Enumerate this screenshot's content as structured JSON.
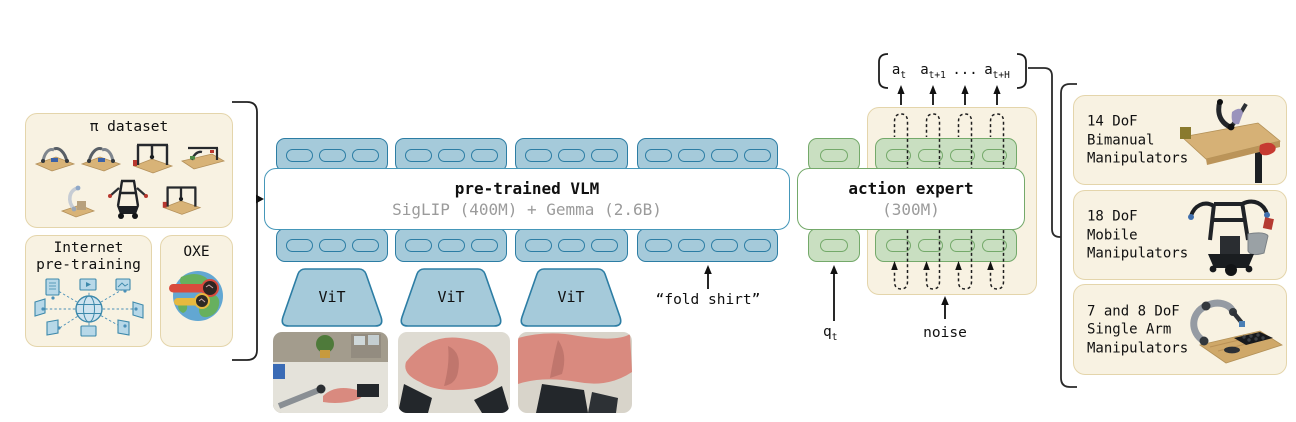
{
  "figure": {
    "description": "pi0 model architecture diagram",
    "colors": {
      "background": "#ffffff",
      "cream_fill": "#f8f2e2",
      "cream_border": "#e4d5ab",
      "blue_fill": "#a5cada",
      "blue_border": "#2c7da4",
      "green_fill": "#c9dfc1",
      "green_border": "#74a96a",
      "gray_text": "#9b9b9b",
      "ink": "#161616"
    }
  },
  "pretraining": {
    "pi_dataset_title": "π dataset",
    "internet_title_line1": "Internet",
    "internet_title_line2": "pre-training",
    "oxe_title": "OXE"
  },
  "vlm": {
    "title": "pre-trained VLM",
    "subtitle": "SigLIP (400M) + Gemma (2.6B)",
    "vit_labels": [
      "ViT",
      "ViT",
      "ViT"
    ],
    "language_prompt": "“fold shirt”"
  },
  "action_expert": {
    "title": "action expert",
    "subtitle": "(300M)",
    "state_label_base": "q",
    "state_label_sub": "t",
    "noise_label": "noise",
    "outputs": [
      {
        "base": "a",
        "sub": "t"
      },
      {
        "base": "a",
        "sub": "t+1"
      },
      {
        "base": "...",
        "sub": ""
      },
      {
        "base": "a",
        "sub": "t+H"
      }
    ]
  },
  "robots": [
    {
      "line1": "14 DoF",
      "line2": "Bimanual",
      "line3": "Manipulators"
    },
    {
      "line1": "18 DoF",
      "line2": "Mobile",
      "line3": "Manipulators"
    },
    {
      "line1": "7 and 8 DoF",
      "line2": "Single Arm",
      "line3": "Manipulators"
    }
  ]
}
